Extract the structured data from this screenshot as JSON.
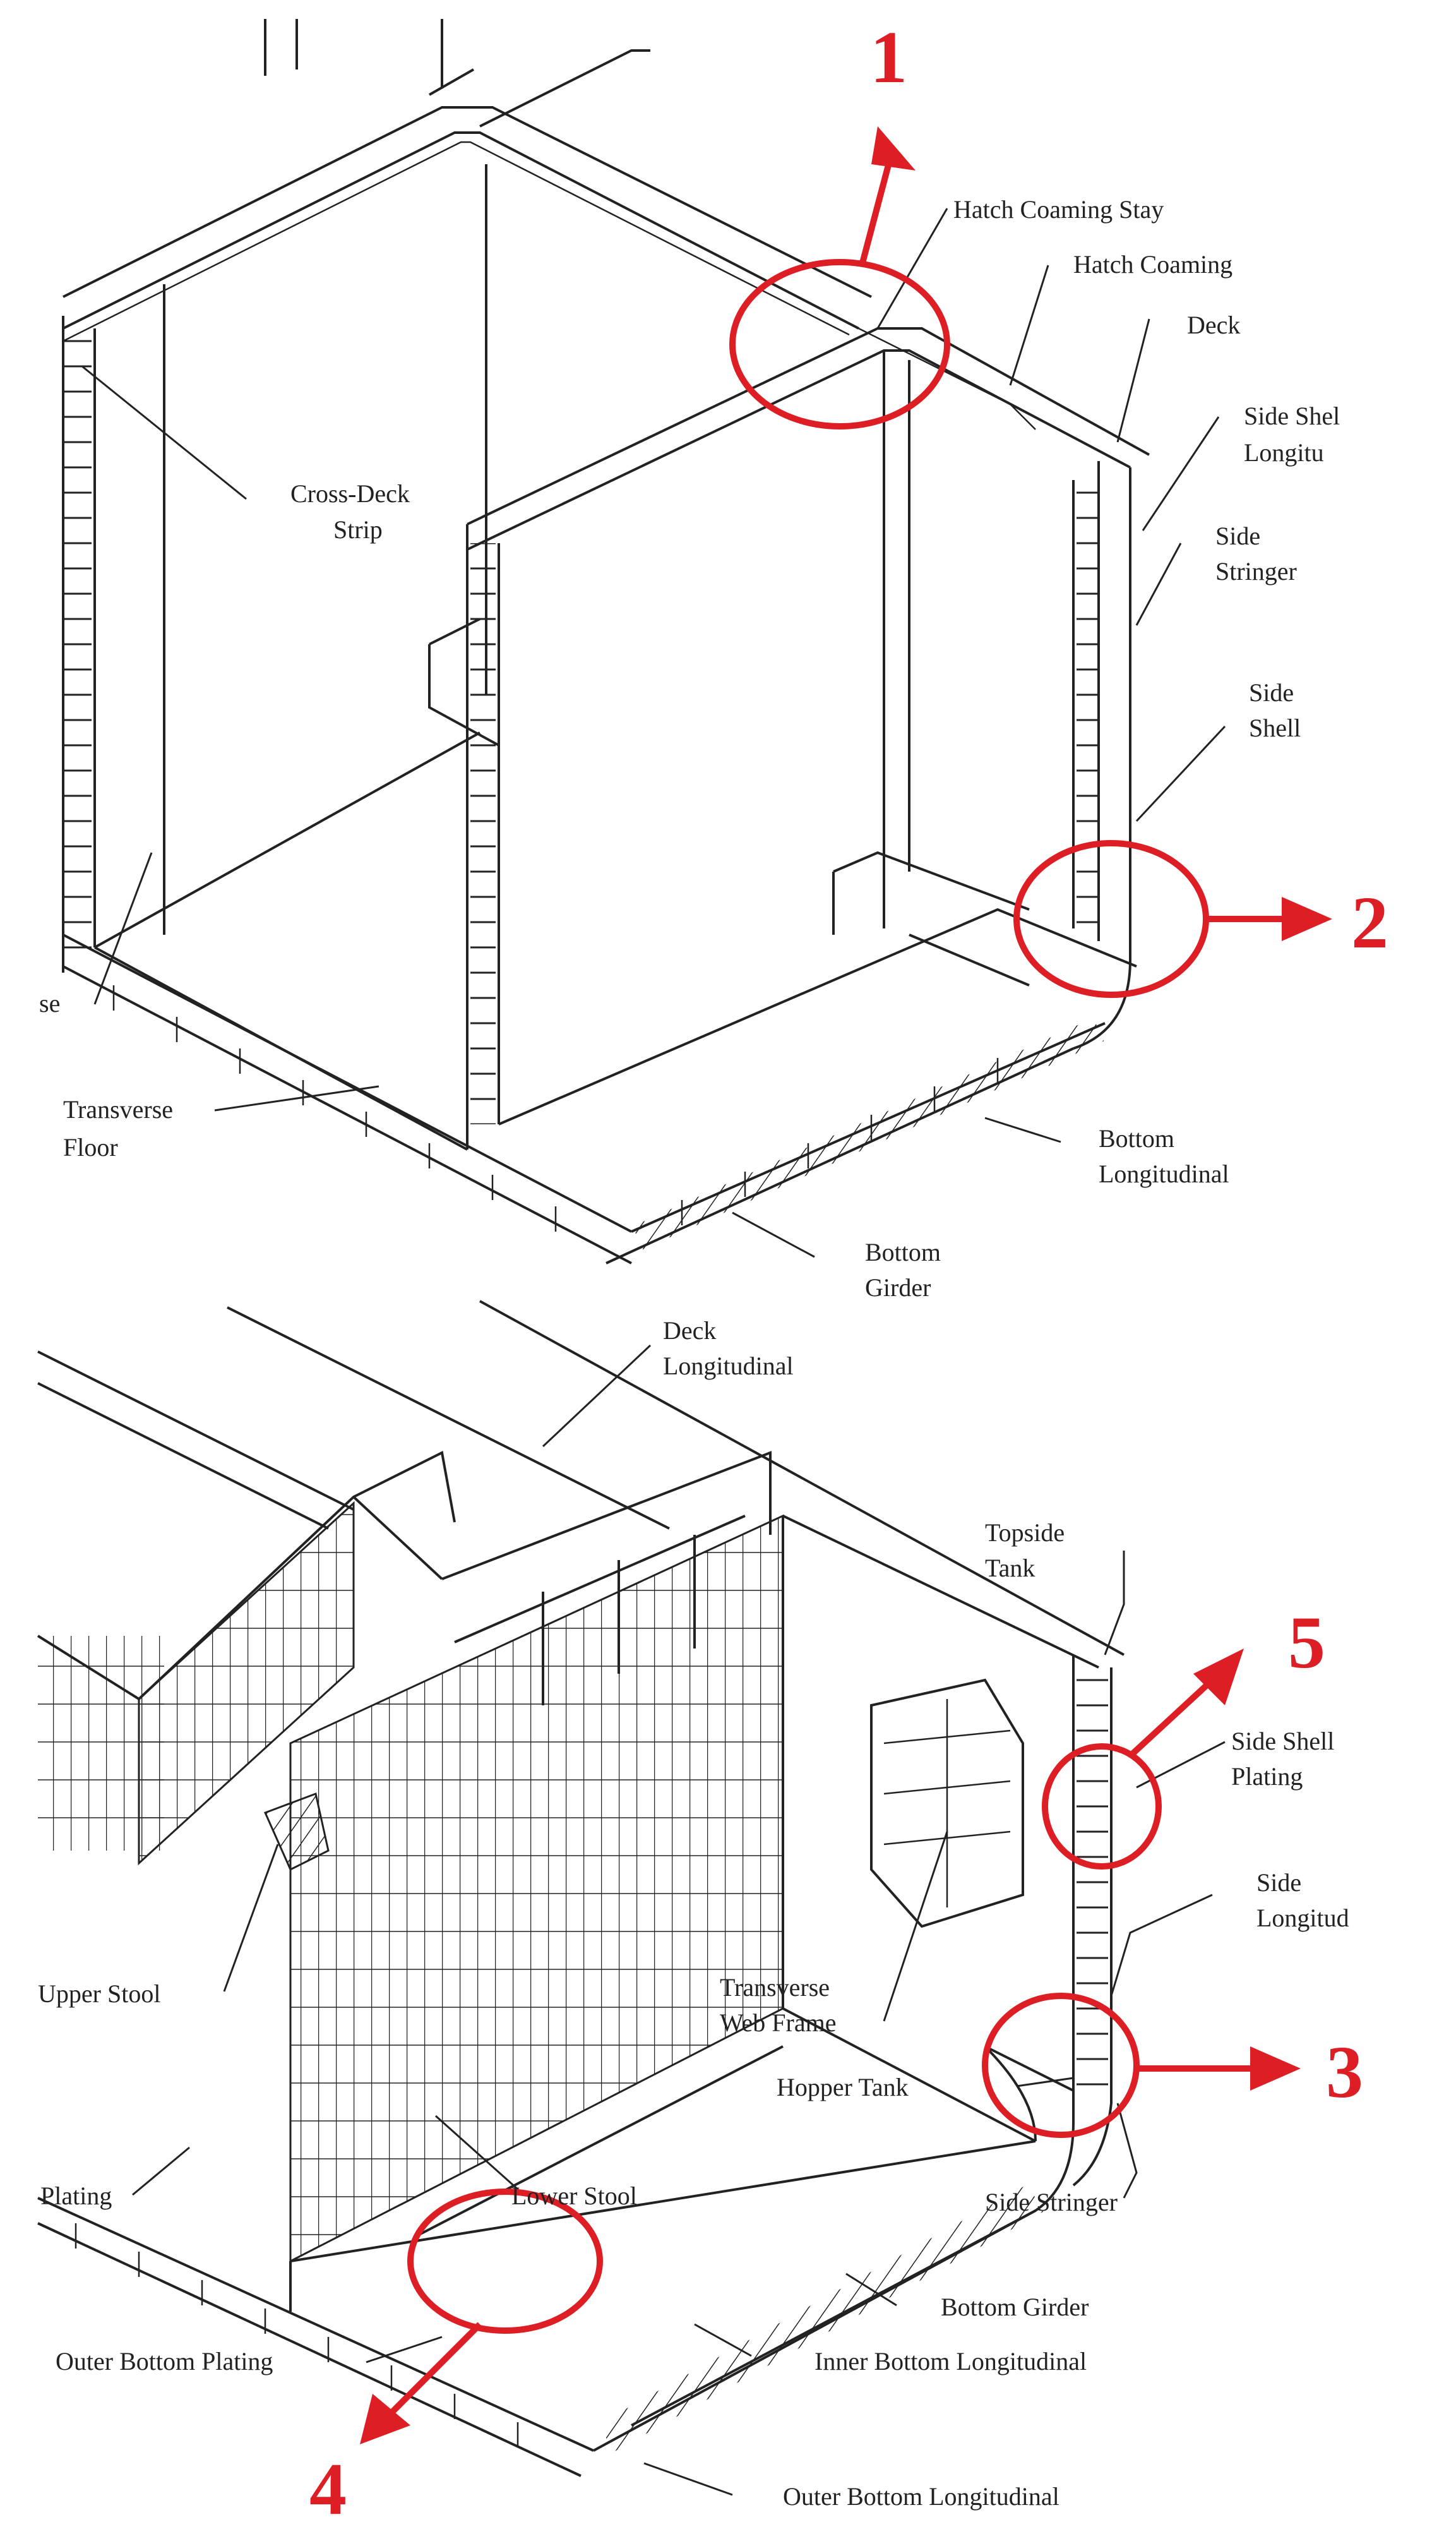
{
  "top_panel": {
    "labels": {
      "hatch_coaming_stay": "Hatch Coaming Stay",
      "hatch_coaming": "Hatch Coaming",
      "deck": "Deck",
      "side_shell_long_1": "Side Shel",
      "side_shell_long_2": "Longitu",
      "side_stringer_1": "Side",
      "side_stringer_2": "Stringer",
      "side_shell_1": "Side",
      "side_shell_2": "Shell",
      "cross_deck_1": "Cross-Deck",
      "cross_deck_2": "Strip",
      "transverse_partial": "se",
      "transverse_floor_1": "Transverse",
      "transverse_floor_2": "Floor",
      "bottom_long_1": "Bottom",
      "bottom_long_2": "Longitudinal",
      "bottom_girder_1": "Bottom",
      "bottom_girder_2": "Girder"
    },
    "markers": {
      "m1": "1",
      "m2": "2"
    }
  },
  "bottom_panel": {
    "labels": {
      "deck_long_1": "Deck",
      "deck_long_2": "Longitudinal",
      "topside_1": "Topside",
      "topside_2": "Tank",
      "side_shell_plating_1": "Side Shell",
      "side_shell_plating_2": "Plating",
      "side_long_1": "Side",
      "side_long_2": "Longitud",
      "upper_stool": "Upper Stool",
      "web_frame_1": "Transverse",
      "web_frame_2": "Web Frame",
      "hopper_tank": "Hopper Tank",
      "plating_partial": "Plating",
      "lower_stool": "Lower Stool",
      "side_stringer": "Side Stringer",
      "outer_bottom_plating": "Outer Bottom Plating",
      "bottom_girder": "Bottom Girder",
      "inner_bottom_long": "Inner Bottom Longitudinal",
      "outer_bottom_long": "Outer Bottom Longitudinal"
    },
    "markers": {
      "m3": "3",
      "m4": "4",
      "m5": "5"
    }
  },
  "colors": {
    "marker_red": "#dd1e24",
    "line": "#222222"
  }
}
